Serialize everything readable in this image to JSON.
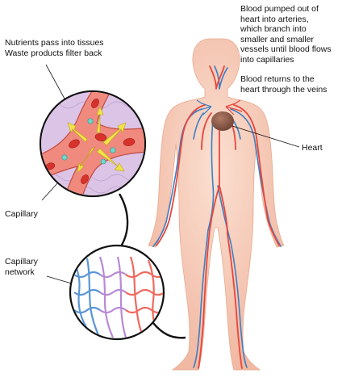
{
  "labels": {
    "nutrients_line1": "Nutrients pass into tissues",
    "nutrients_line2": "Waste products filter back",
    "pumped_line1": "Blood pumped out of",
    "pumped_line2": "heart into arteries,",
    "pumped_line3": "which branch into",
    "pumped_line4": "smaller and smaller",
    "pumped_line5": "vessels until blood flows",
    "pumped_line6": "into capillaries",
    "returns_line1": "Blood returns to the",
    "returns_line2": "heart through the veins",
    "heart": "Heart",
    "capillary": "Capillary",
    "network_line1": "Capillary",
    "network_line2": "network"
  },
  "colors": {
    "artery": "#e8463c",
    "vein": "#3d7fc4",
    "skin": "#f6c8b6",
    "heart": "#8a5a4a",
    "flow_arrow": "#f2e24a",
    "tissue": "#dcc4e6"
  }
}
